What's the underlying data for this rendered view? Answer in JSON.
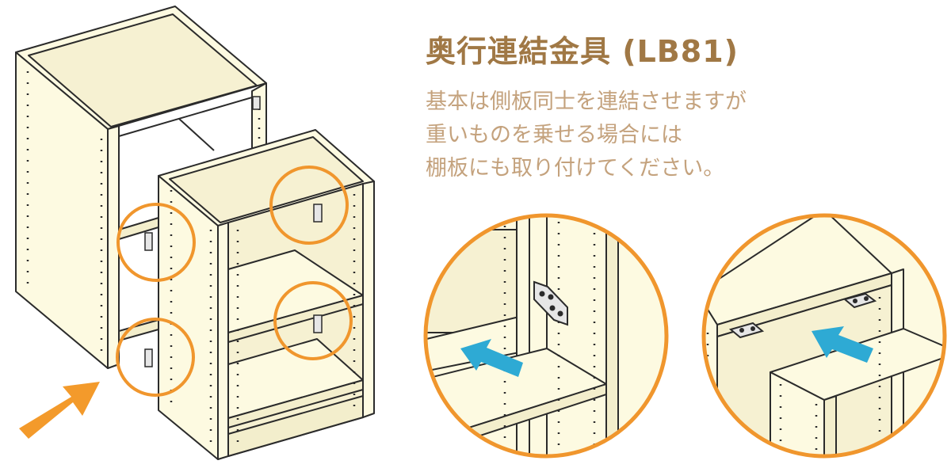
{
  "heading": {
    "title": "奥行連結金具 (LB81)",
    "description": [
      "基本は側板同士を連結させますが",
      "重いものを乗せる場合には",
      "棚板にも取り付けてください。"
    ]
  },
  "colors": {
    "board": "#fdfae1",
    "board_shade": "#f3eecc",
    "outline": "#2b2b2b",
    "highlight_circle": "#f0962d",
    "push_arrow_main": "#f39a2b",
    "push_arrow_detail": "#2eaad4",
    "title_text": "#a07845",
    "body_text": "#c4a27d",
    "bracket": "#e6e6e6"
  },
  "icons": {
    "bracket": "connector-bracket-icon",
    "main_arrow": "push-arrow-icon",
    "detail_arrow": "slide-arrow-icon"
  }
}
